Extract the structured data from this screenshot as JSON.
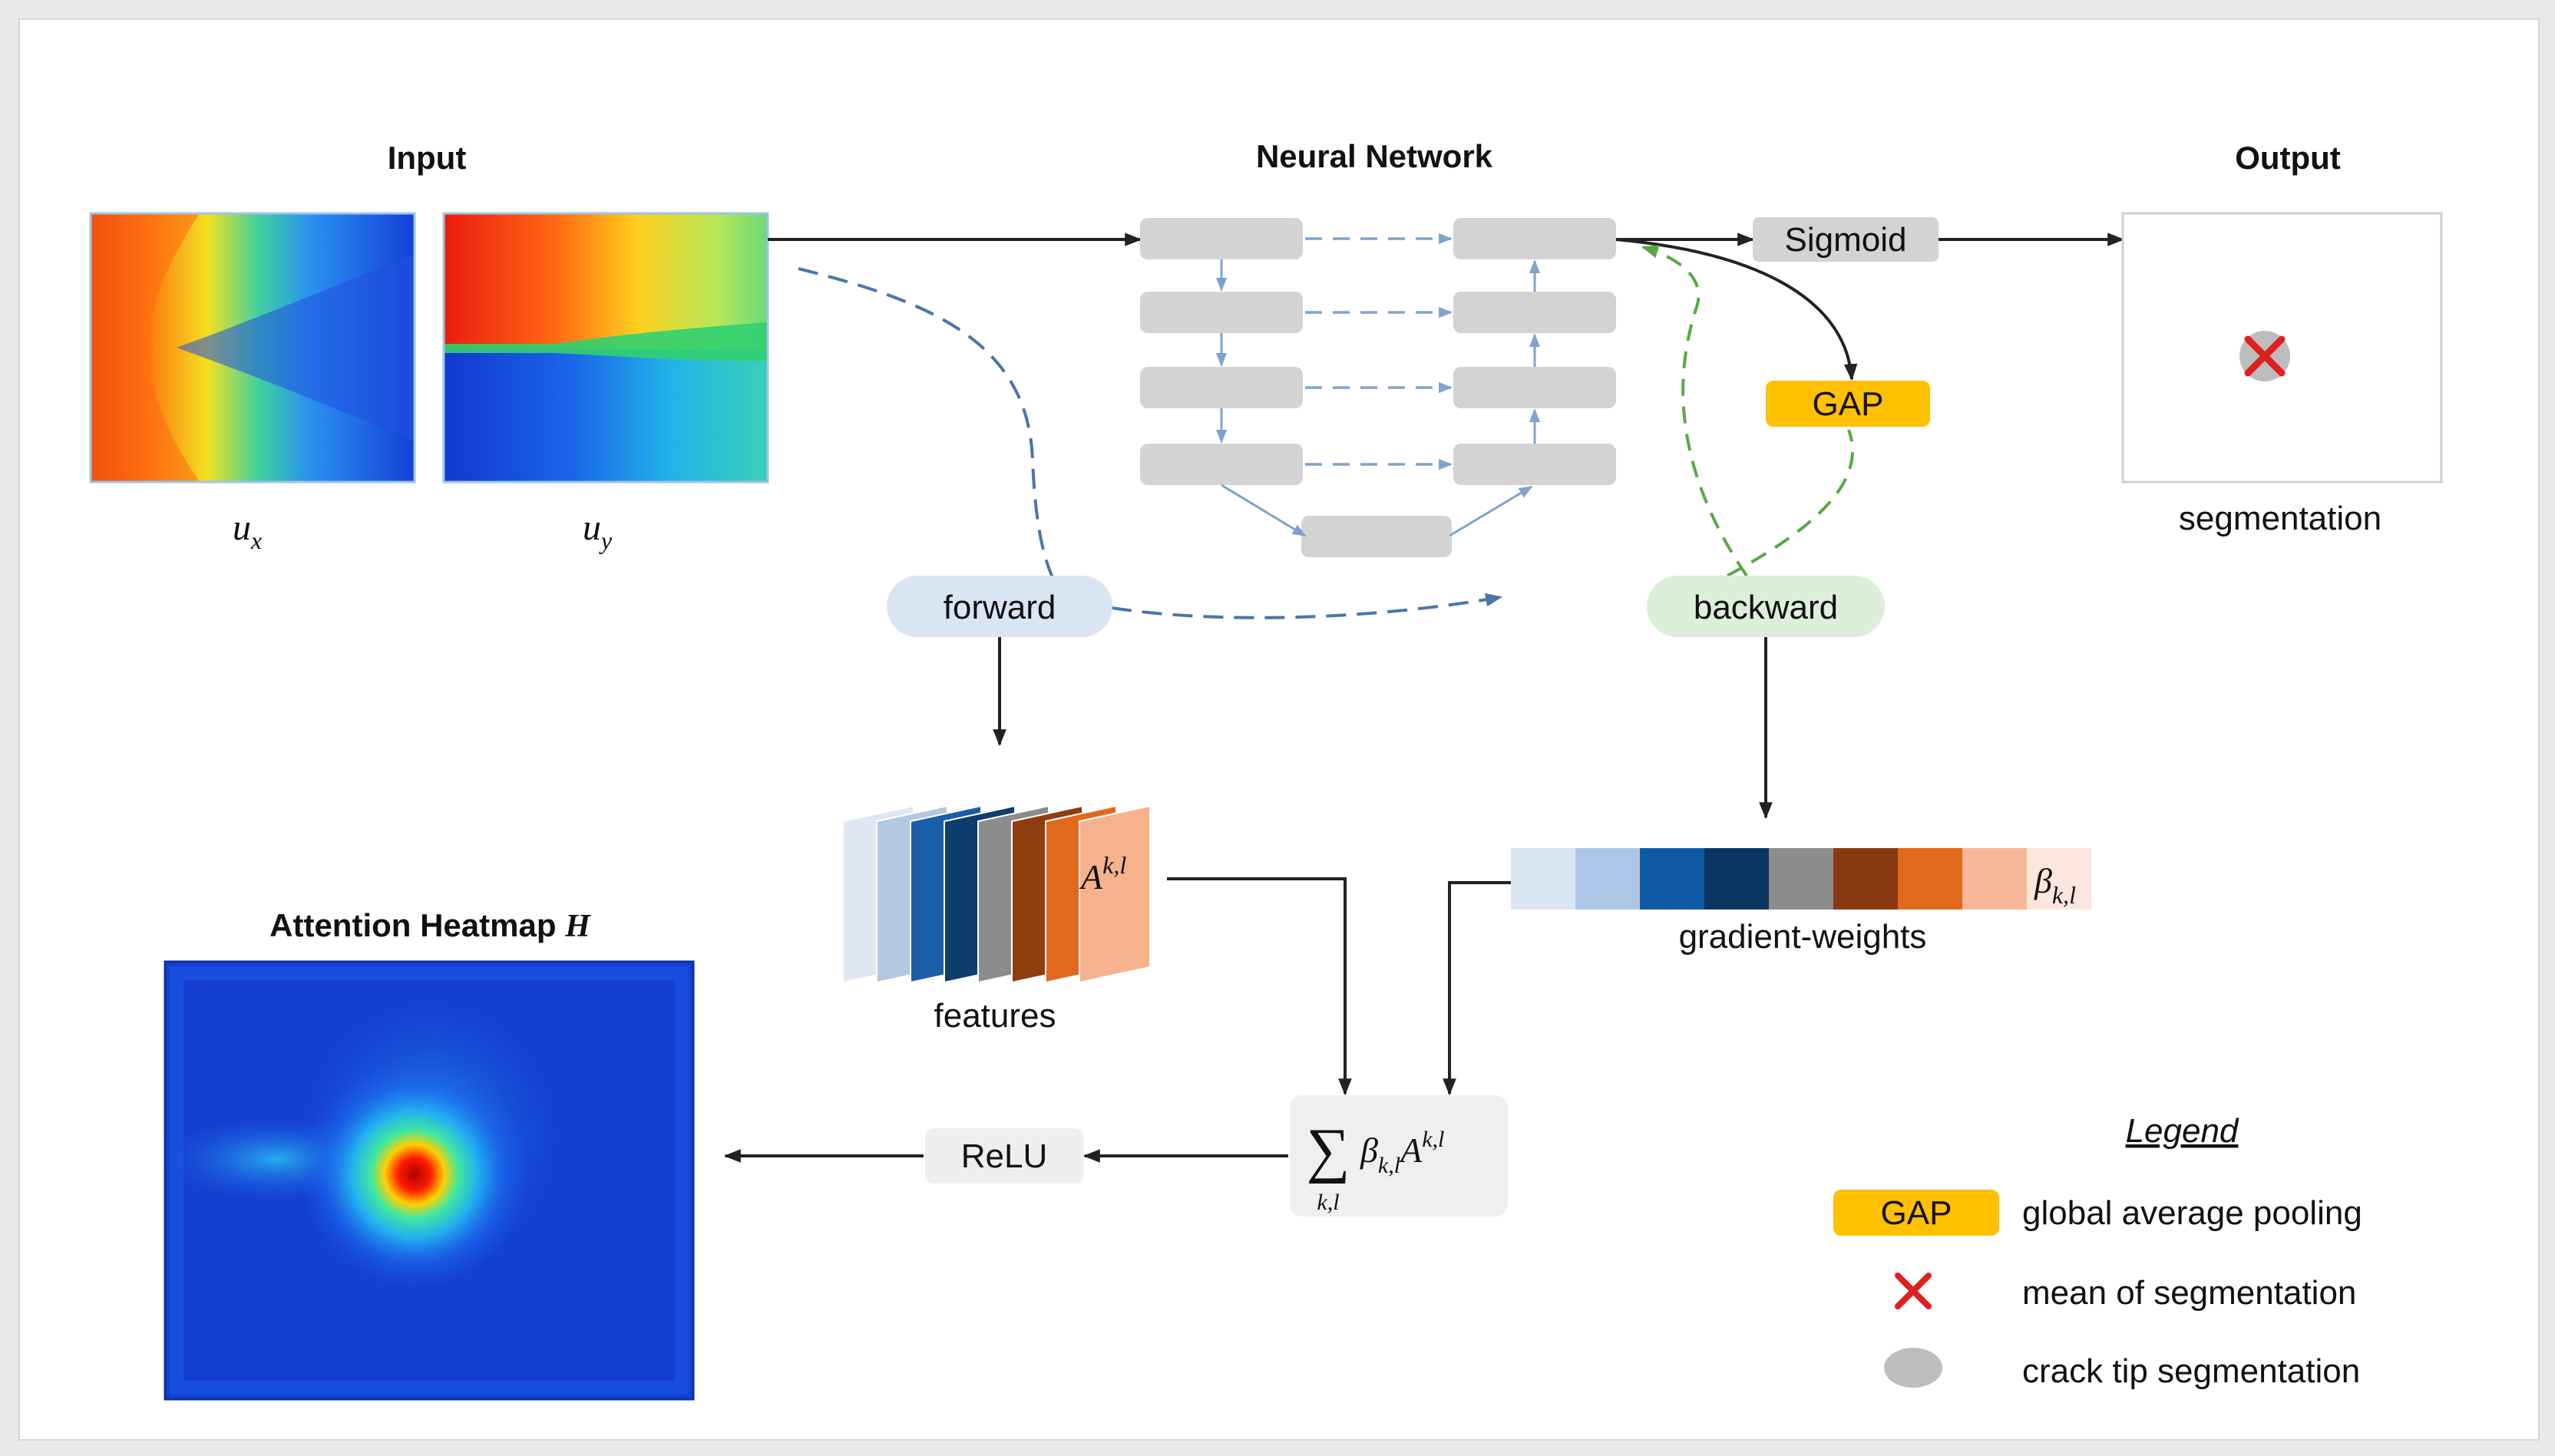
{
  "input": {
    "title": "Input",
    "images": [
      {
        "label_base": "u",
        "label_sub": "x"
      },
      {
        "label_base": "u",
        "label_sub": "y"
      }
    ]
  },
  "network": {
    "title": "Neural Network",
    "sigmoid_label": "Sigmoid",
    "gap_label": "GAP"
  },
  "output": {
    "title": "Output",
    "caption": "segmentation"
  },
  "passes": {
    "forward_label": "forward",
    "backward_label": "backward"
  },
  "features": {
    "caption": "features",
    "symbol_base": "A",
    "symbol_sup": "k,l",
    "layer_colors": [
      "#dfe7f1",
      "#b3c8e3",
      "#1b5ea8",
      "#0e3d6e",
      "#8c8c8c",
      "#8f3d10",
      "#e0691e",
      "#f6b28c"
    ]
  },
  "weights": {
    "caption": "gradient-weights",
    "symbol_base": "β",
    "symbol_sub": "k,l",
    "colors": [
      "#dbe6f3",
      "#aec6e6",
      "#0f5aa3",
      "#0a3561",
      "#8c8c8c",
      "#8a3a12",
      "#df6a1d",
      "#f9b79a",
      "#fde6dd"
    ]
  },
  "combination": {
    "sigma": "∑",
    "sum_sub": "k,l",
    "beta_base": "β",
    "beta_sub": "k,l",
    "a_base": "A",
    "a_sup": "k,l"
  },
  "relu": {
    "label": "ReLU"
  },
  "heatmap": {
    "title": "Attention Heatmap",
    "title_symbol": "H"
  },
  "legend": {
    "title": "Legend",
    "items": [
      {
        "key": "GAP",
        "text": "global average pooling"
      },
      {
        "key": "red-cross",
        "text": "mean of segmentation"
      },
      {
        "key": "grey-dot",
        "text": "crack tip segmentation"
      }
    ]
  },
  "colors": {
    "gap_fill": "#ffc000",
    "forward_pill": "#dae5f4",
    "backward_pill": "#dcefd9",
    "forward_dash": "#4a76a8",
    "backward_dash": "#5aa845",
    "cross": "#e02020",
    "tip": "#bdbdbd"
  }
}
